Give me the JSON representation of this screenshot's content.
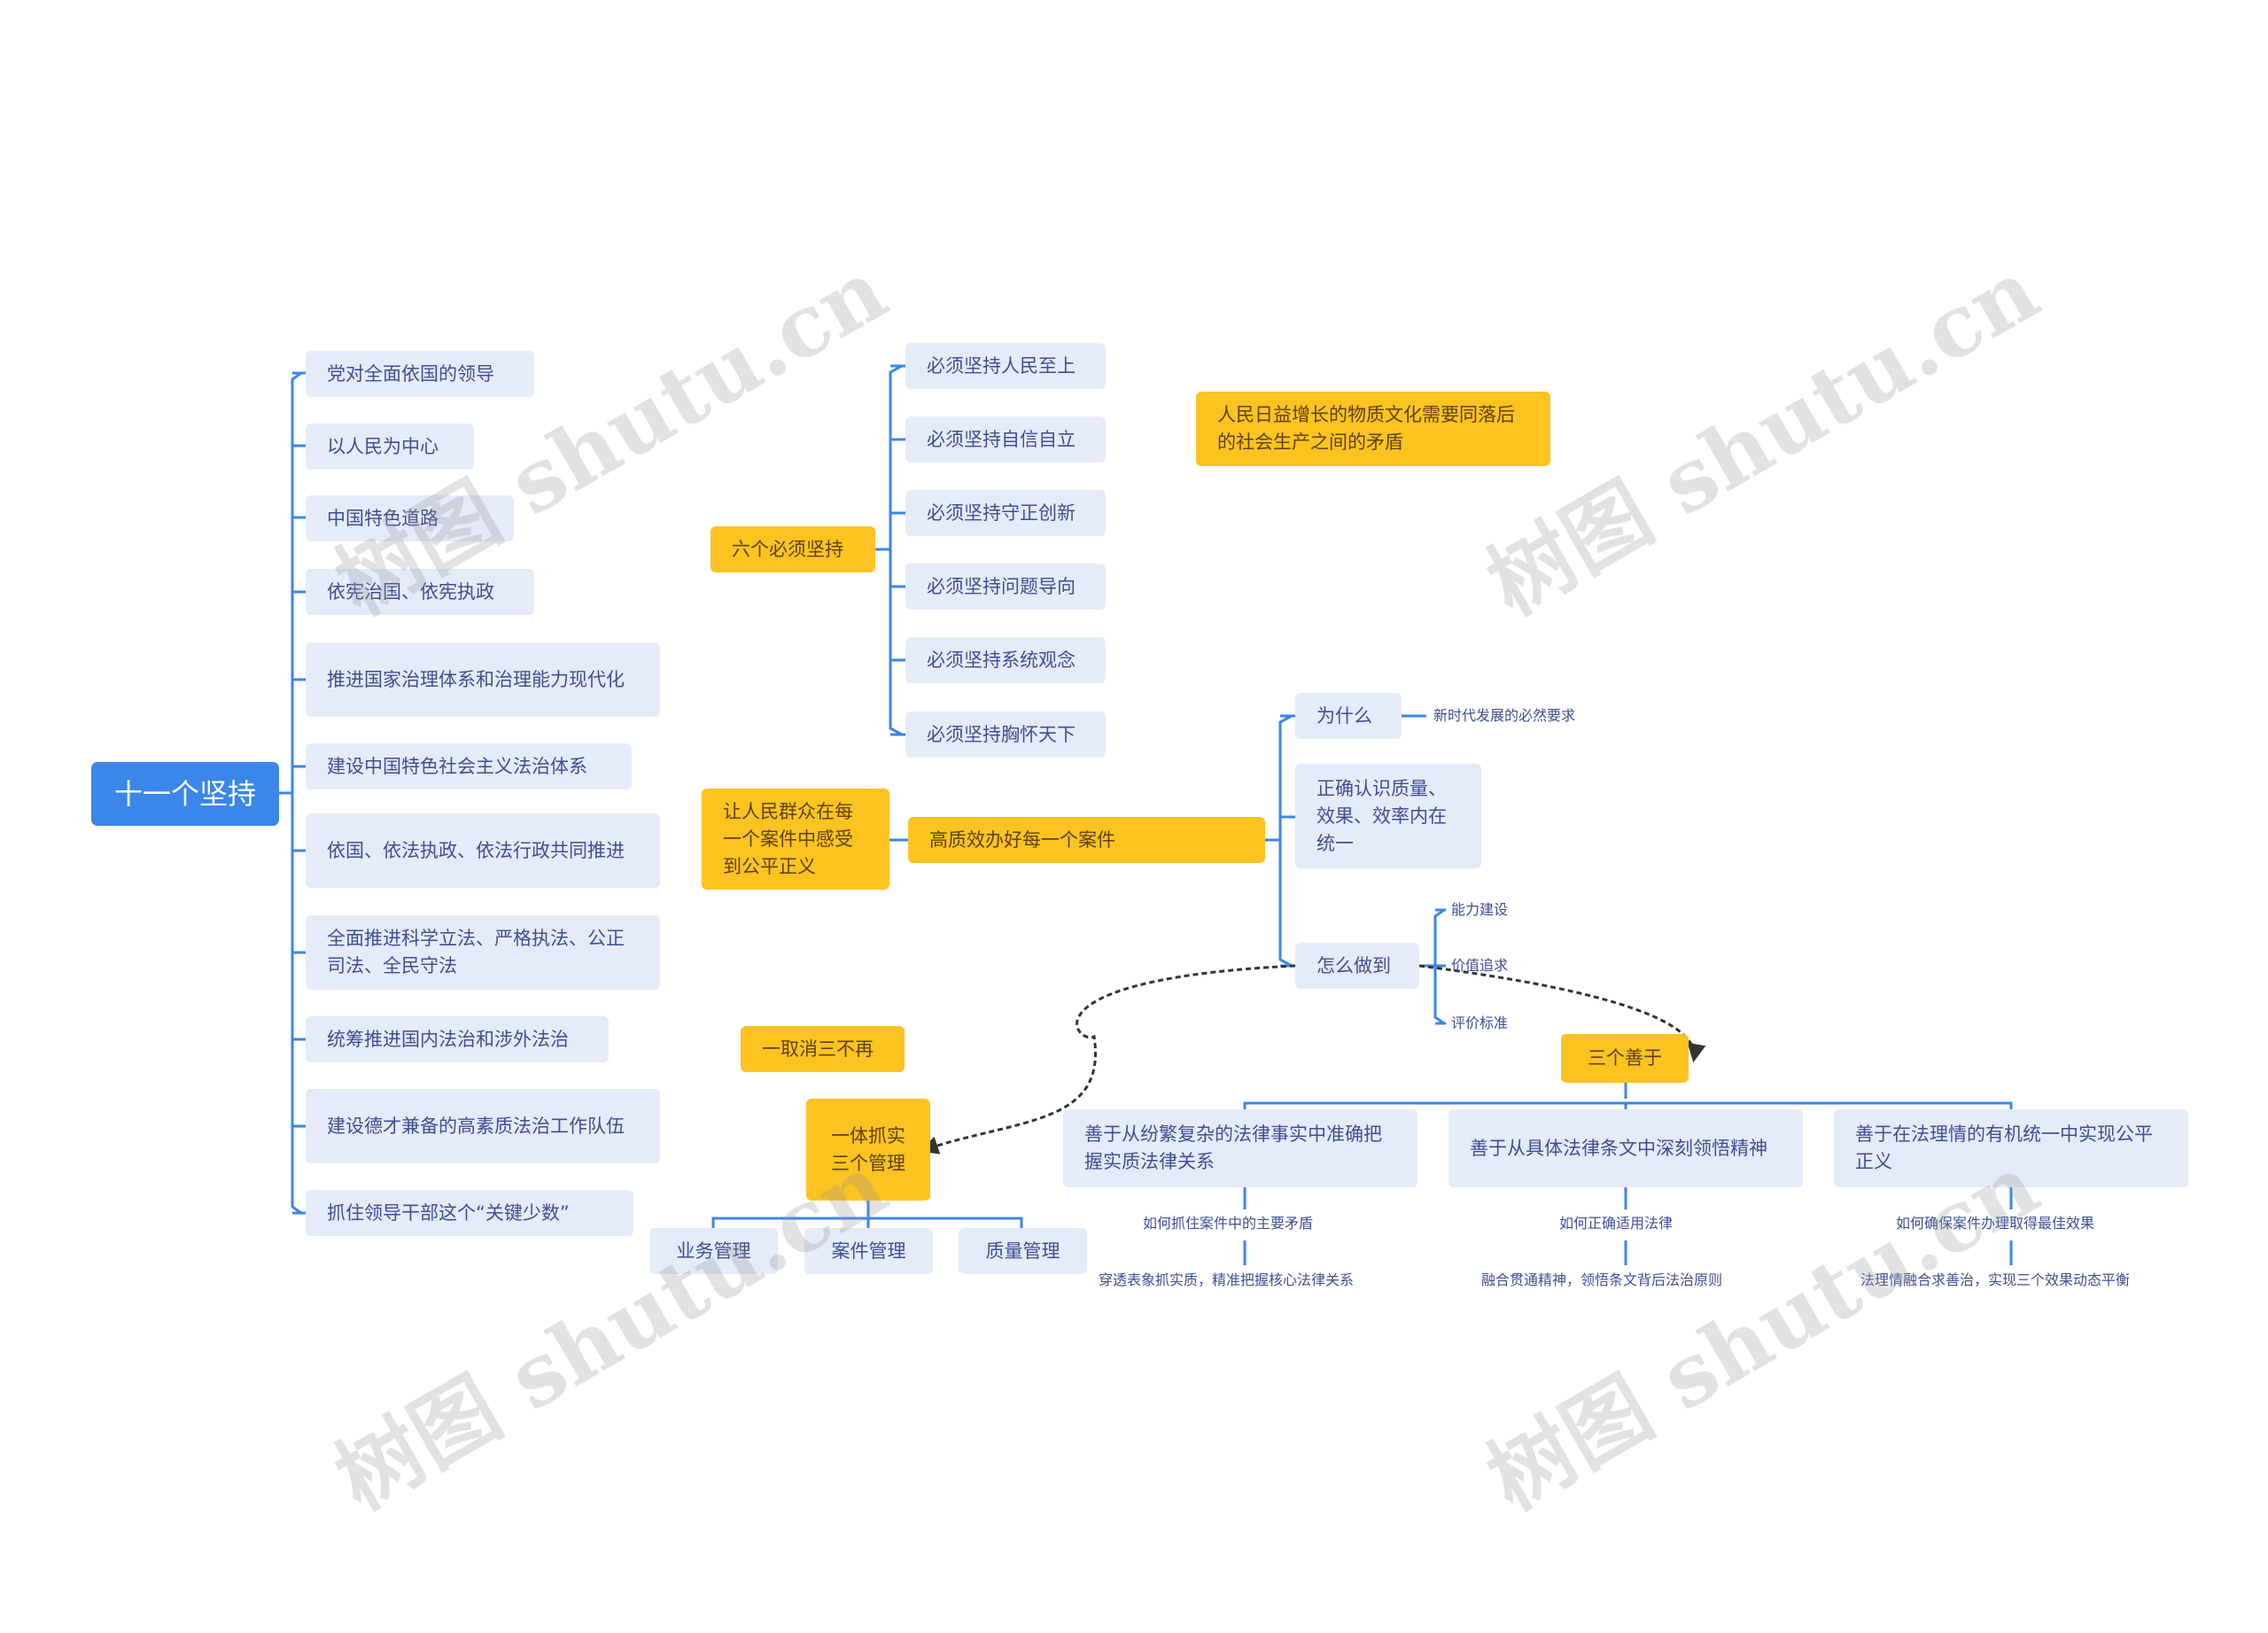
{
  "root": "十一个坚持",
  "left_items": [
    "党对全面依国的领导",
    "以人民为中心",
    "中国特色道路",
    "依宪治国、依宪执政",
    "推进国家治理体系和治理能力现代化",
    "建设中国特色社会主义法治体系",
    "依国、依法执政、依法行政共同推进",
    "全面推进科学立法、严格执法、公正司法、全民守法",
    "统筹推进国内法治和涉外法治",
    "建设德才兼备的高素质法治工作队伍",
    "抓住领导干部这个“关键少数”"
  ],
  "six_musts": {
    "title": "六个必须坚持",
    "items": [
      "必须坚持人民至上",
      "必须坚持自信自立",
      "必须坚持守正创新",
      "必须坚持问题导向",
      "必须坚持系统观念",
      "必须坚持胸怀天下"
    ]
  },
  "contradiction": "人民日益增长的物质文化需要同落后的社会生产之间的矛盾",
  "justice_goal": "让人民群众在每一个案件中感受到公平正义",
  "quality_case": "高质效办好每一个案件",
  "why": {
    "title": "为什么",
    "answer": "新时代发展的必然要求"
  },
  "correct_understanding": "正确认识质量、效果、效率内在统一",
  "how": {
    "title": "怎么做到",
    "items": [
      "能力建设",
      "价值追求",
      "评价标准"
    ]
  },
  "cancel_item": "一取消三不再",
  "three_good": {
    "title": "三个善于",
    "items": [
      {
        "text": "善于从纷繁复杂的法律事实中准确把握实质法律关系",
        "question": "如何抓住案件中的主要矛盾",
        "answer": "穿透表象抓实质，精准把握核心法律关系"
      },
      {
        "text": "善于从具体法律条文中深刻领悟精神",
        "question": "如何正确适用法律",
        "answer": "融合贯通精神，领悟条文背后法治原则"
      },
      {
        "text": "善于在法理情的有机统一中实现公平正义",
        "question": "如何确保案件办理取得最佳效果",
        "answer": "法理情融合求善治，实现三个效果动态平衡"
      }
    ]
  },
  "three_management": {
    "title": "一体抓实三个管理",
    "items": [
      "业务管理",
      "案件管理",
      "质量管理"
    ]
  },
  "watermark_text": "树图 shutu.cn",
  "colors": {
    "root": "#3a86ea",
    "blue_node": "#e6ebfa",
    "yellow_node": "#fcc321",
    "line": "#3a86ea"
  }
}
